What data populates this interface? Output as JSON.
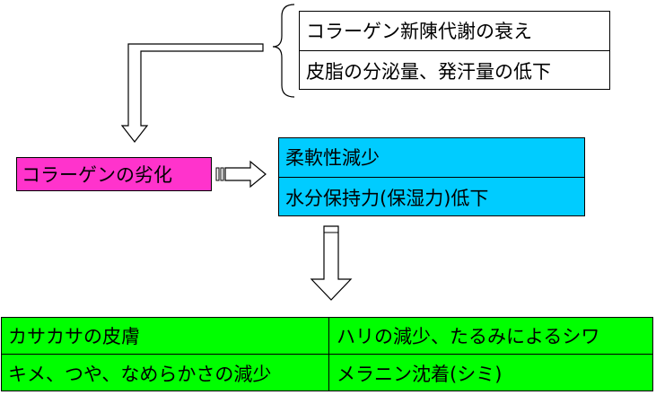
{
  "causes": {
    "line1": "コラーゲン新陳代謝の衰え",
    "line2": "皮脂の分泌量、発汗量の低下"
  },
  "center": {
    "label": "コラーゲンの劣化"
  },
  "effects": {
    "line1": "柔軟性減少",
    "line2": "水分保持力(保湿力)低下"
  },
  "results": {
    "r1c1": "カサカサの皮膚",
    "r1c2": "ハリの減少、たるみによるシワ",
    "r2c1": "キメ、つや、なめらかさの減少",
    "r2c2": "メラニン沈着(シミ)"
  },
  "colors": {
    "center_fill": "#ff33cc",
    "effects_fill": "#00ccff",
    "results_fill": "#00ff00",
    "causes_fill": "#ffffff"
  }
}
